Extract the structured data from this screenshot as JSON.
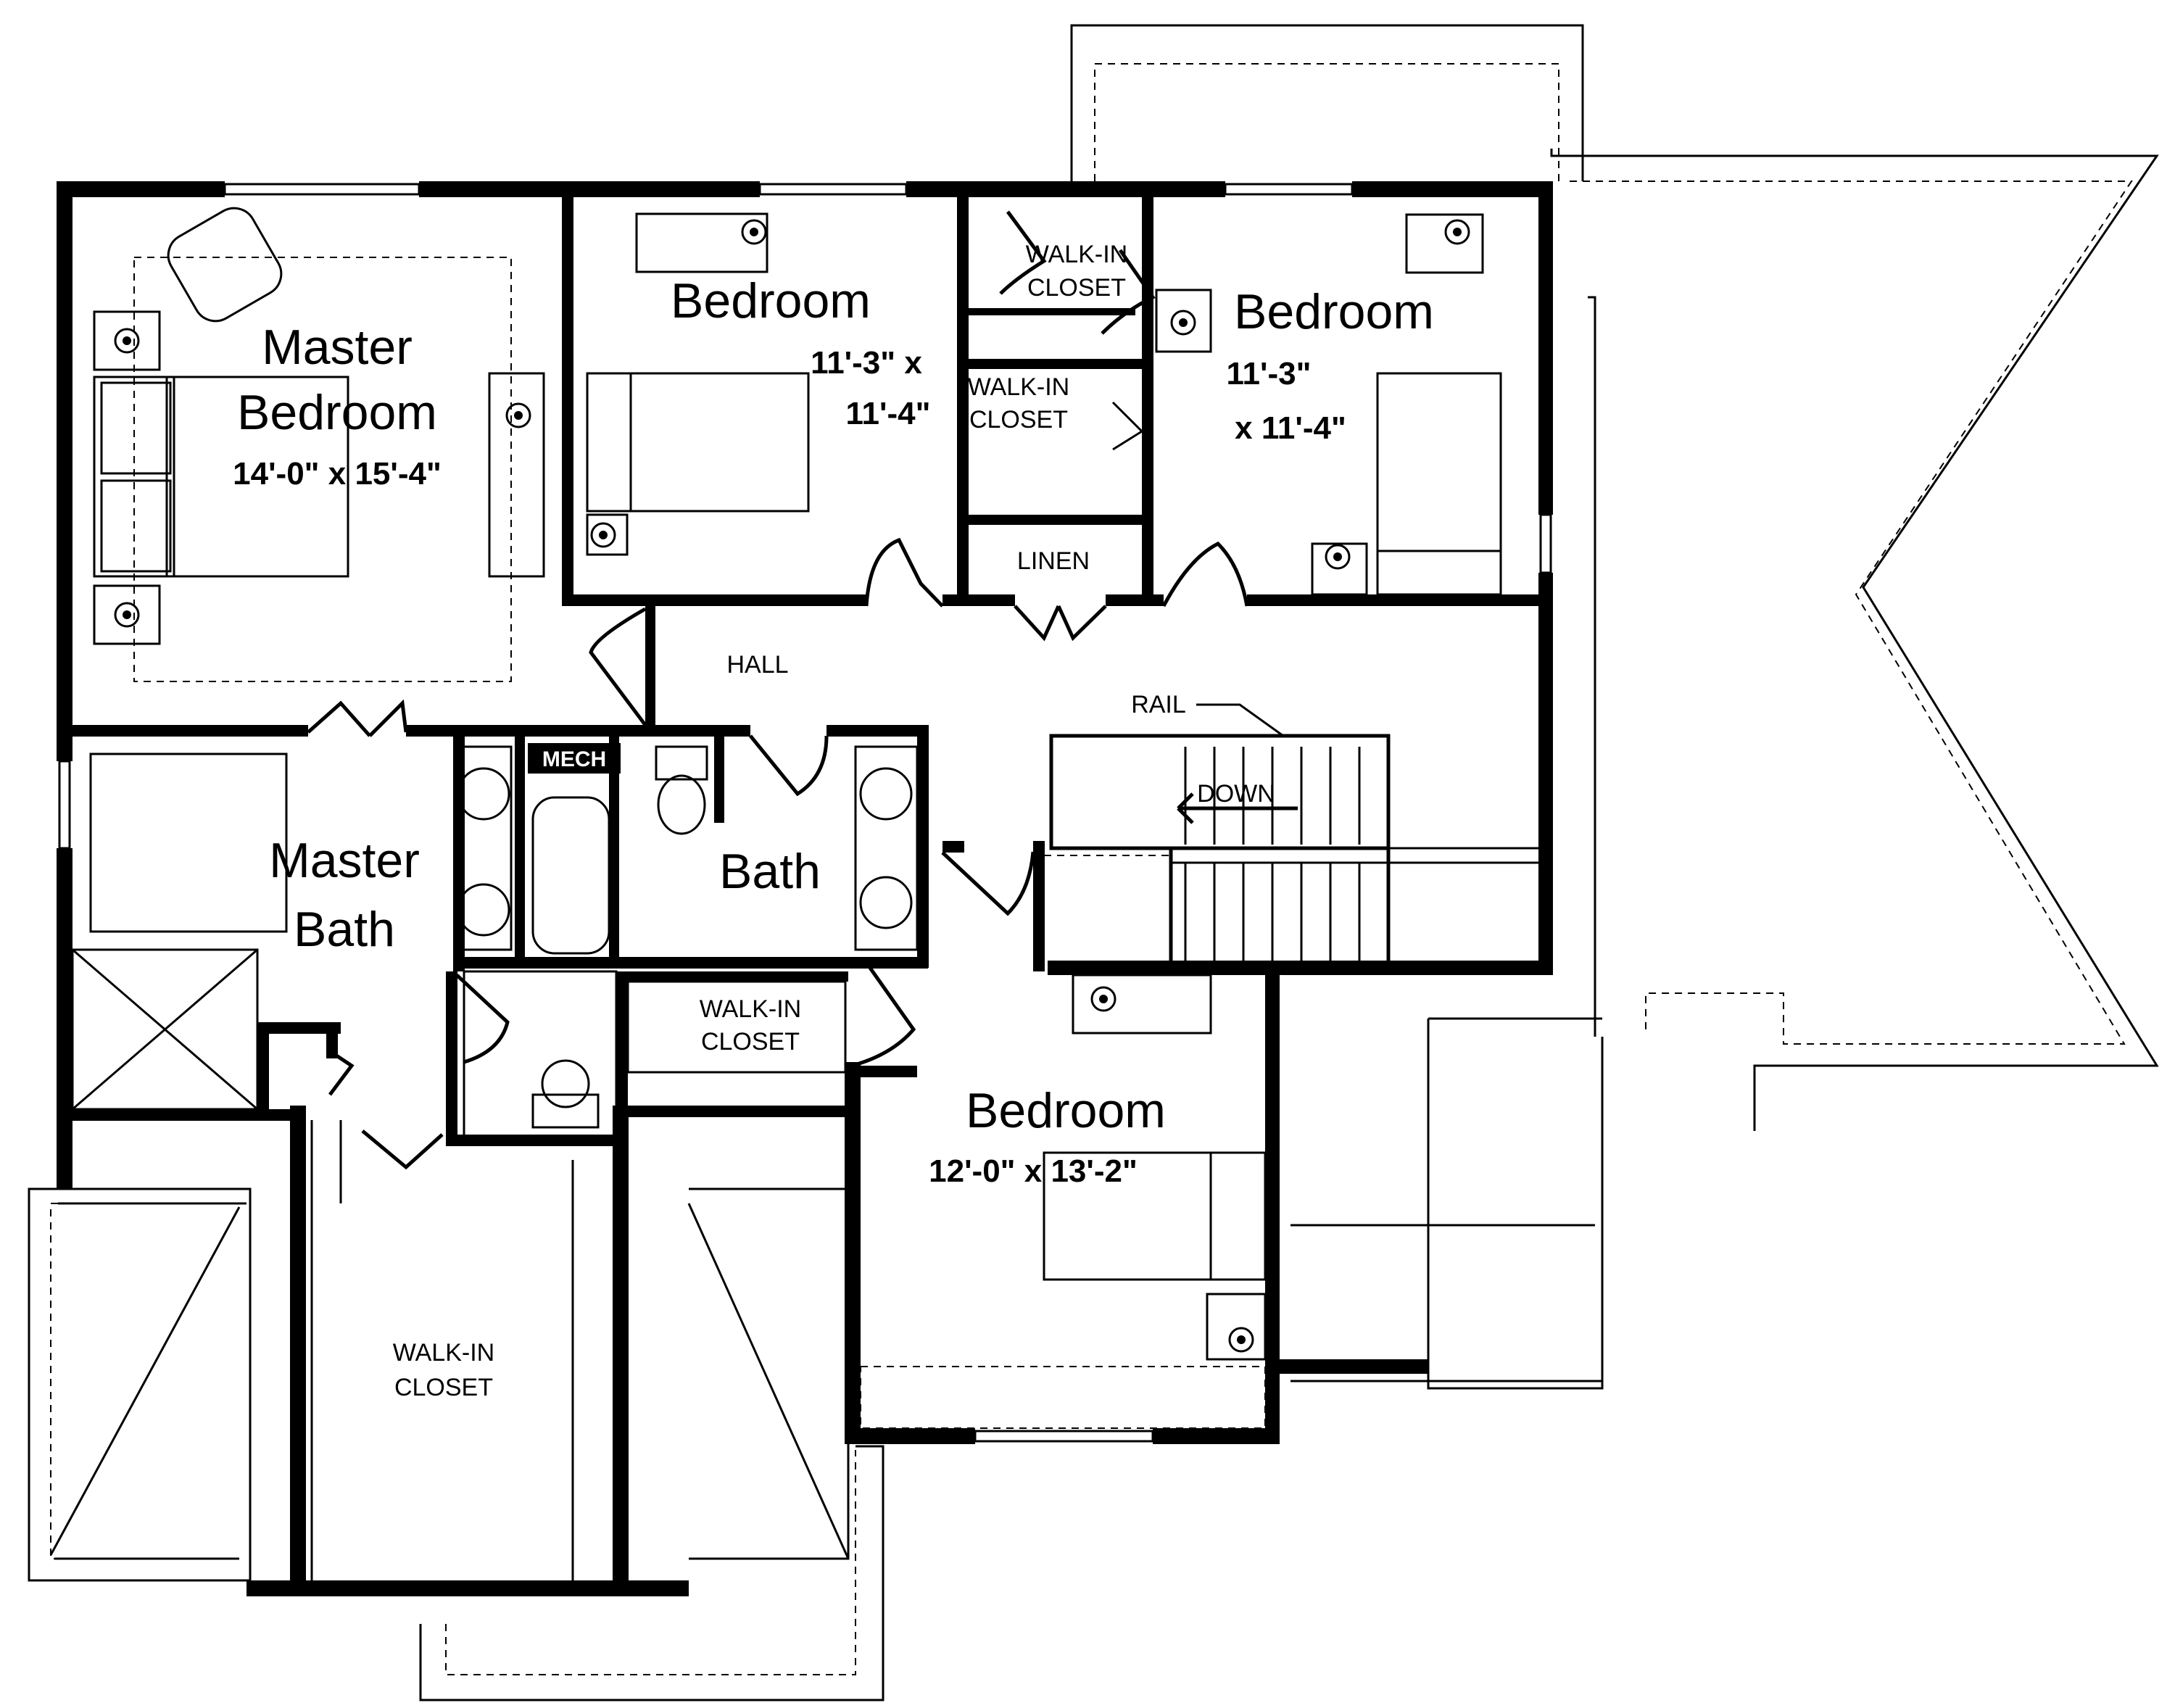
{
  "rooms": {
    "master_bedroom": {
      "line1": "Master",
      "line2": "Bedroom",
      "size": "14'-0\" x 15'-4\""
    },
    "bedroom_1": {
      "name": "Bedroom",
      "size_line1": "11'-3\" x",
      "size_line2": "11'-4\""
    },
    "bedroom_2": {
      "name": "Bedroom",
      "size_line1": "11'-3\"",
      "size_line2": "x 11'-4\""
    },
    "bedroom_3": {
      "name": "Bedroom",
      "size": "12'-0\" x 13'-2\""
    },
    "master_bath": {
      "line1": "Master",
      "line2": "Bath"
    },
    "bath": {
      "name": "Bath"
    }
  },
  "labels": {
    "walkin_top_1": "WALK-IN",
    "walkin_top_2": "CLOSET",
    "walkin_mid_1": "WALK-IN",
    "walkin_mid_2": "CLOSET",
    "walkin_lower_1": "WALK-IN",
    "walkin_lower_2": "CLOSET",
    "walkin_master_1": "WALK-IN",
    "walkin_master_2": "CLOSET",
    "linen": "LINEN",
    "hall": "HALL",
    "mech": "MECH",
    "rail": "RAIL",
    "down": "DOWN"
  }
}
